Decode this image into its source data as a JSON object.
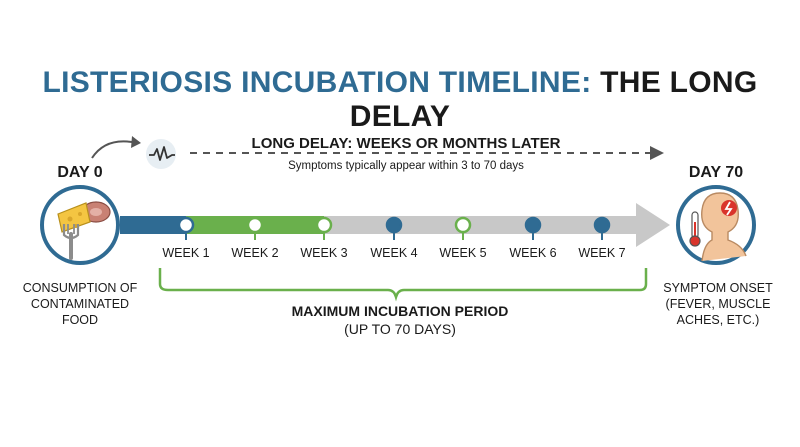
{
  "title": {
    "part_a": "LISTERIOSIS INCUBATION TIMELINE:",
    "part_b": "THE LONG DELAY"
  },
  "delay": {
    "heading": "LONG DELAY: WEEKS OR MONTHS LATER",
    "subtext": "Symptoms typically appear within 3 to 70 days"
  },
  "start": {
    "day_label": "DAY 0",
    "caption_lines": [
      "CONSUMPTION OF",
      "CONTAMINATED",
      "FOOD"
    ],
    "icon": "food-on-fork-icon"
  },
  "end": {
    "day_label": "DAY 70",
    "caption_lines": [
      "SYMPTOM ONSET",
      "(FEVER, MUSCLE",
      "ACHES, ETC.)"
    ],
    "icon": "sick-person-icon"
  },
  "weeks": [
    "WEEK 1",
    "WEEK 2",
    "WEEK 3",
    "WEEK 4",
    "WEEK 5",
    "WEEK 6",
    "WEEK 7"
  ],
  "period": {
    "heading": "MAXIMUM INCUBATION PERIOD",
    "sub": "(UP TO 70 DAYS)"
  },
  "colors": {
    "blue": "#2f6b93",
    "green": "#6ab04c",
    "gray": "#c8c8c8",
    "dark": "#1a1a1a",
    "red": "#d9342b"
  }
}
